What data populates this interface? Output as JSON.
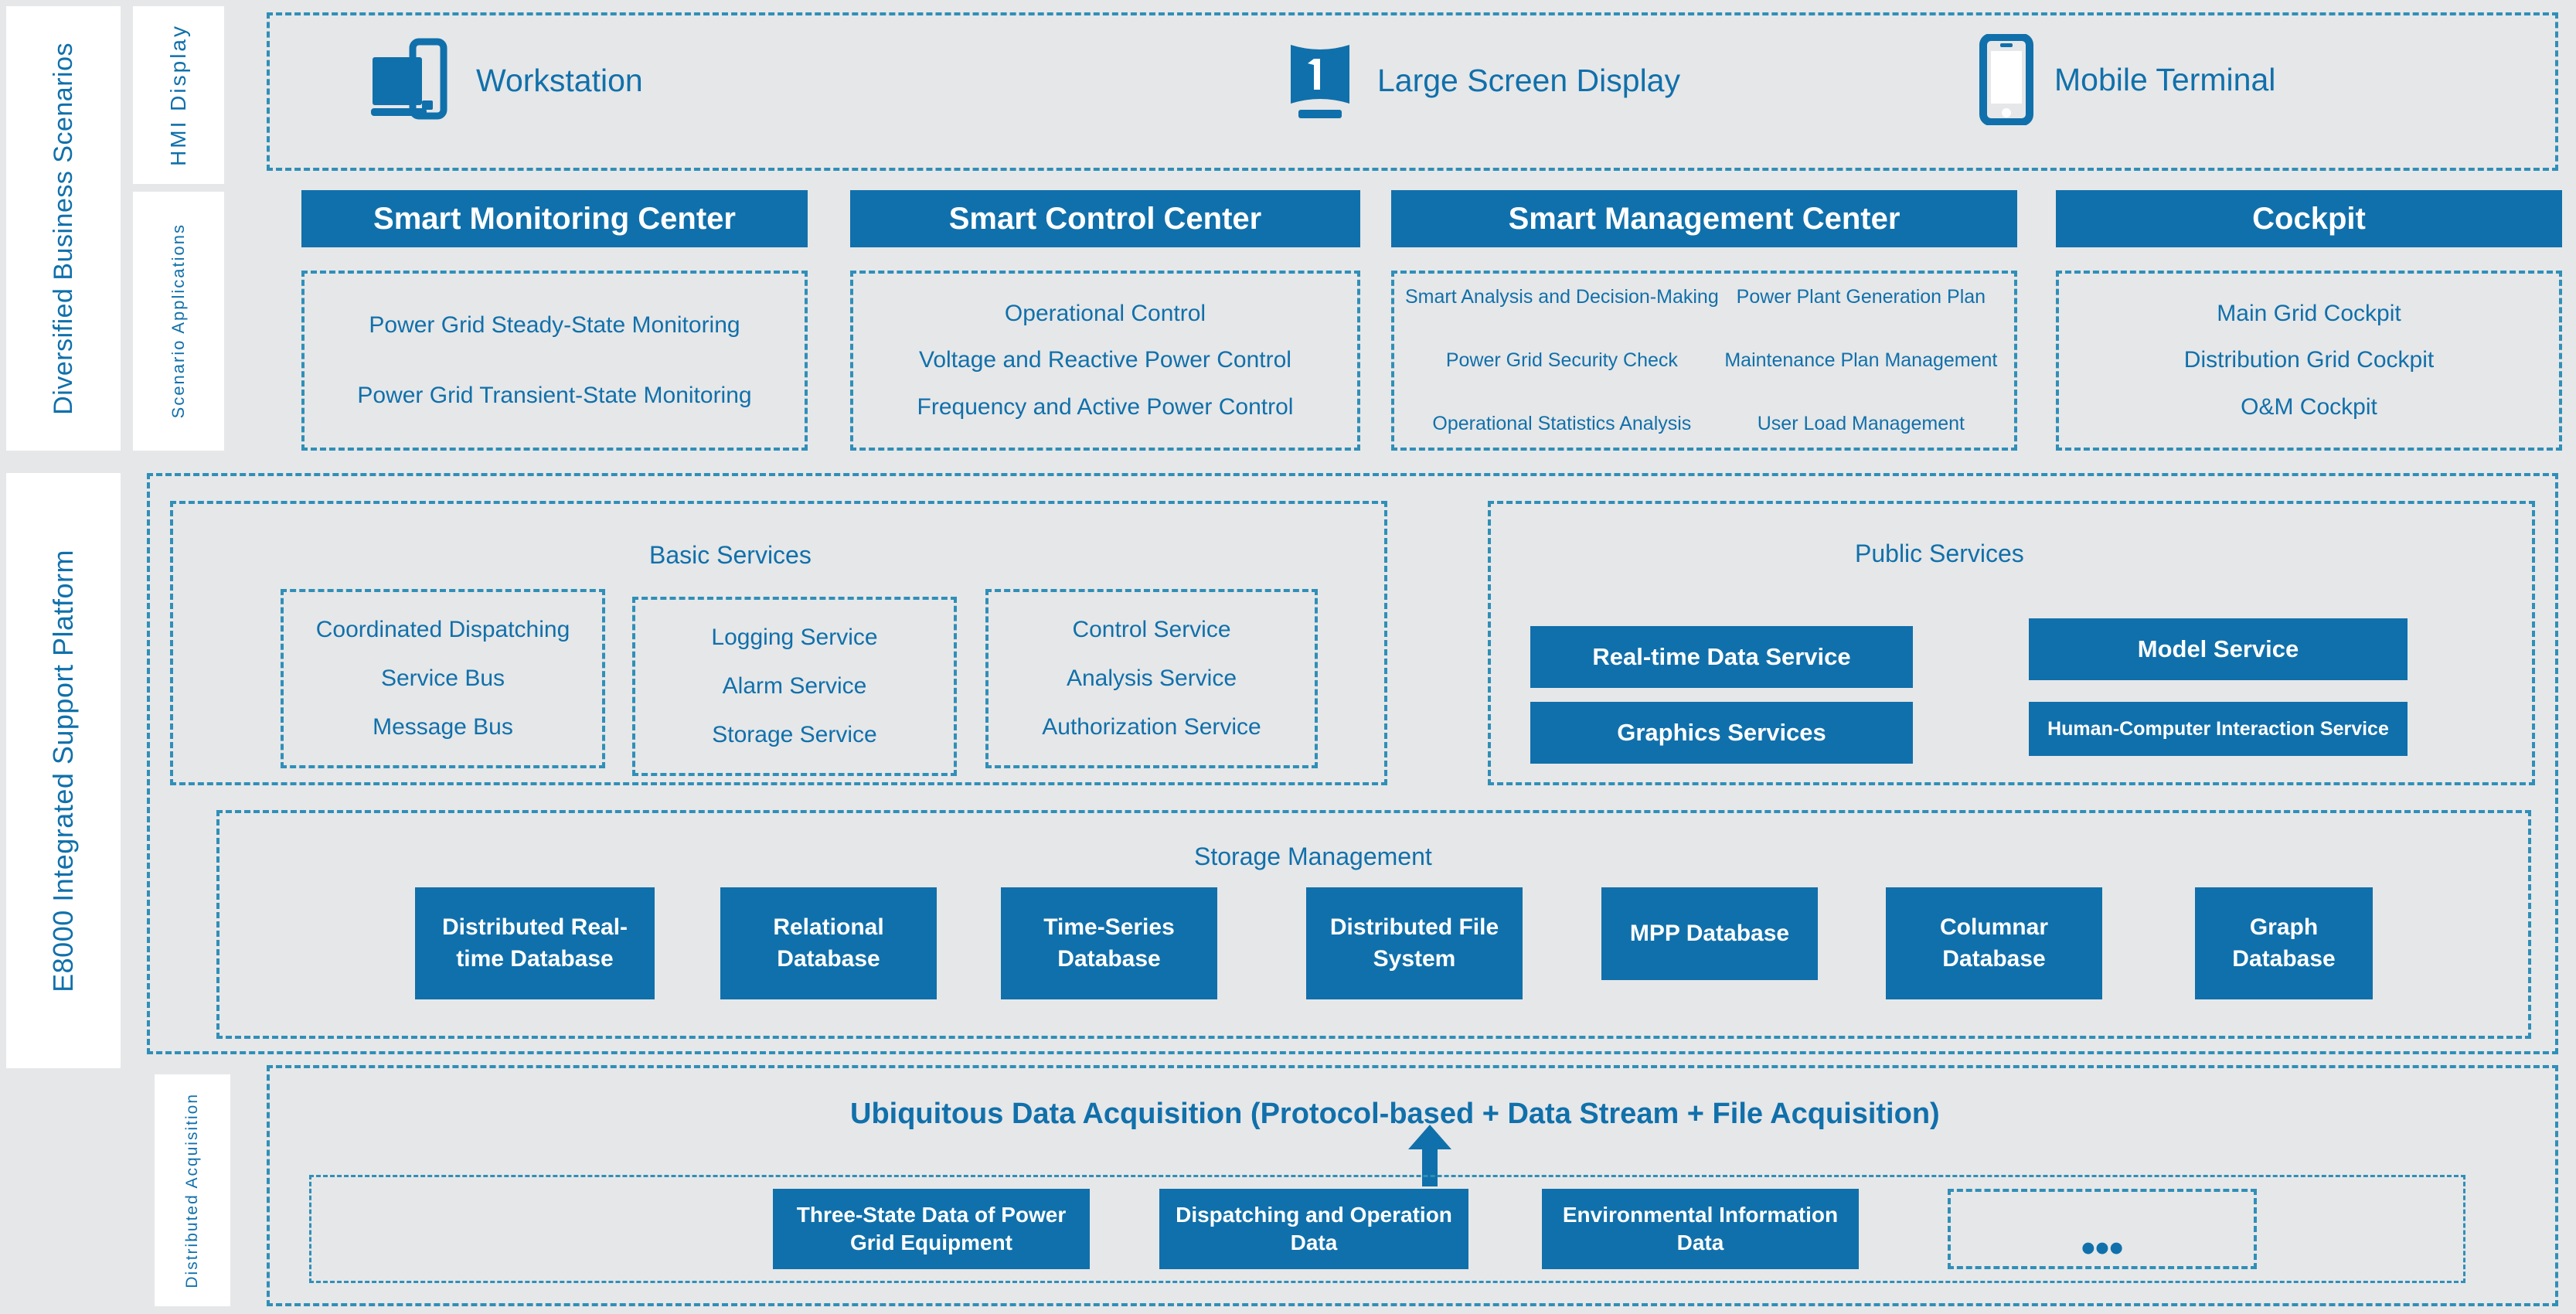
{
  "rails": {
    "business_scenarios": "Diversified Business Scenarios",
    "platform": "E8000 Integrated Support Platform",
    "hmi_display": "HMI Display",
    "scenario_applications": "Scenario Applications",
    "distributed_acquisition": "Distributed Acquisition"
  },
  "hmi": {
    "items": [
      {
        "label": "Workstation",
        "icon": "workstation-icon"
      },
      {
        "label": "Large Screen Display",
        "icon": "large-screen-display-icon"
      },
      {
        "label": "Mobile Terminal",
        "icon": "mobile-terminal-icon"
      }
    ]
  },
  "centers": [
    {
      "title": "Smart Monitoring Center",
      "items": [
        "Power Grid Steady-State Monitoring",
        "Power Grid Transient-State Monitoring"
      ]
    },
    {
      "title": "Smart Control Center",
      "items": [
        "Operational Control",
        "Voltage and Reactive Power Control",
        "Frequency and Active Power Control"
      ]
    },
    {
      "title": "Smart Management Center",
      "left_items": [
        "Smart Analysis and Decision-Making",
        "Power Grid Security Check",
        "Operational Statistics Analysis"
      ],
      "right_items": [
        "Power Plant Generation Plan",
        "Maintenance Plan Management",
        "User Load Management"
      ]
    },
    {
      "title": "Cockpit",
      "items": [
        "Main Grid Cockpit",
        "Distribution Grid Cockpit",
        "O&M Cockpit"
      ]
    }
  ],
  "basic_services": {
    "title": "Basic Services",
    "groups": [
      {
        "items": [
          "Coordinated Dispatching",
          "Service Bus",
          "Message Bus"
        ]
      },
      {
        "items": [
          "Logging Service",
          "Alarm Service",
          "Storage Service"
        ]
      },
      {
        "items": [
          "Control Service",
          "Analysis Service",
          "Authorization Service"
        ]
      }
    ]
  },
  "public_services": {
    "title": "Public Services",
    "boxes": [
      "Real-time Data Service",
      "Graphics Services",
      "Model Service",
      "Human-Computer Interaction Service"
    ]
  },
  "storage_management": {
    "title": "Storage Management",
    "databases": [
      "Distributed Real-time Database",
      "Relational Database",
      "Time-Series Database",
      "Distributed File System",
      "MPP Database",
      "Columnar Database",
      "Graph Database"
    ]
  },
  "acquisition": {
    "title": "Ubiquitous Data Acquisition (Protocol-based + Data Stream + File Acquisition)",
    "boxes": [
      "Three-State Data of Power Grid Equipment",
      "Dispatching and Operation Data",
      "Environmental Information Data"
    ],
    "more": "•••"
  },
  "colors": {
    "brand_blue": "#1070ab",
    "dashed_border": "#2f8fb8",
    "panel_bg": "#e6e7e8"
  }
}
